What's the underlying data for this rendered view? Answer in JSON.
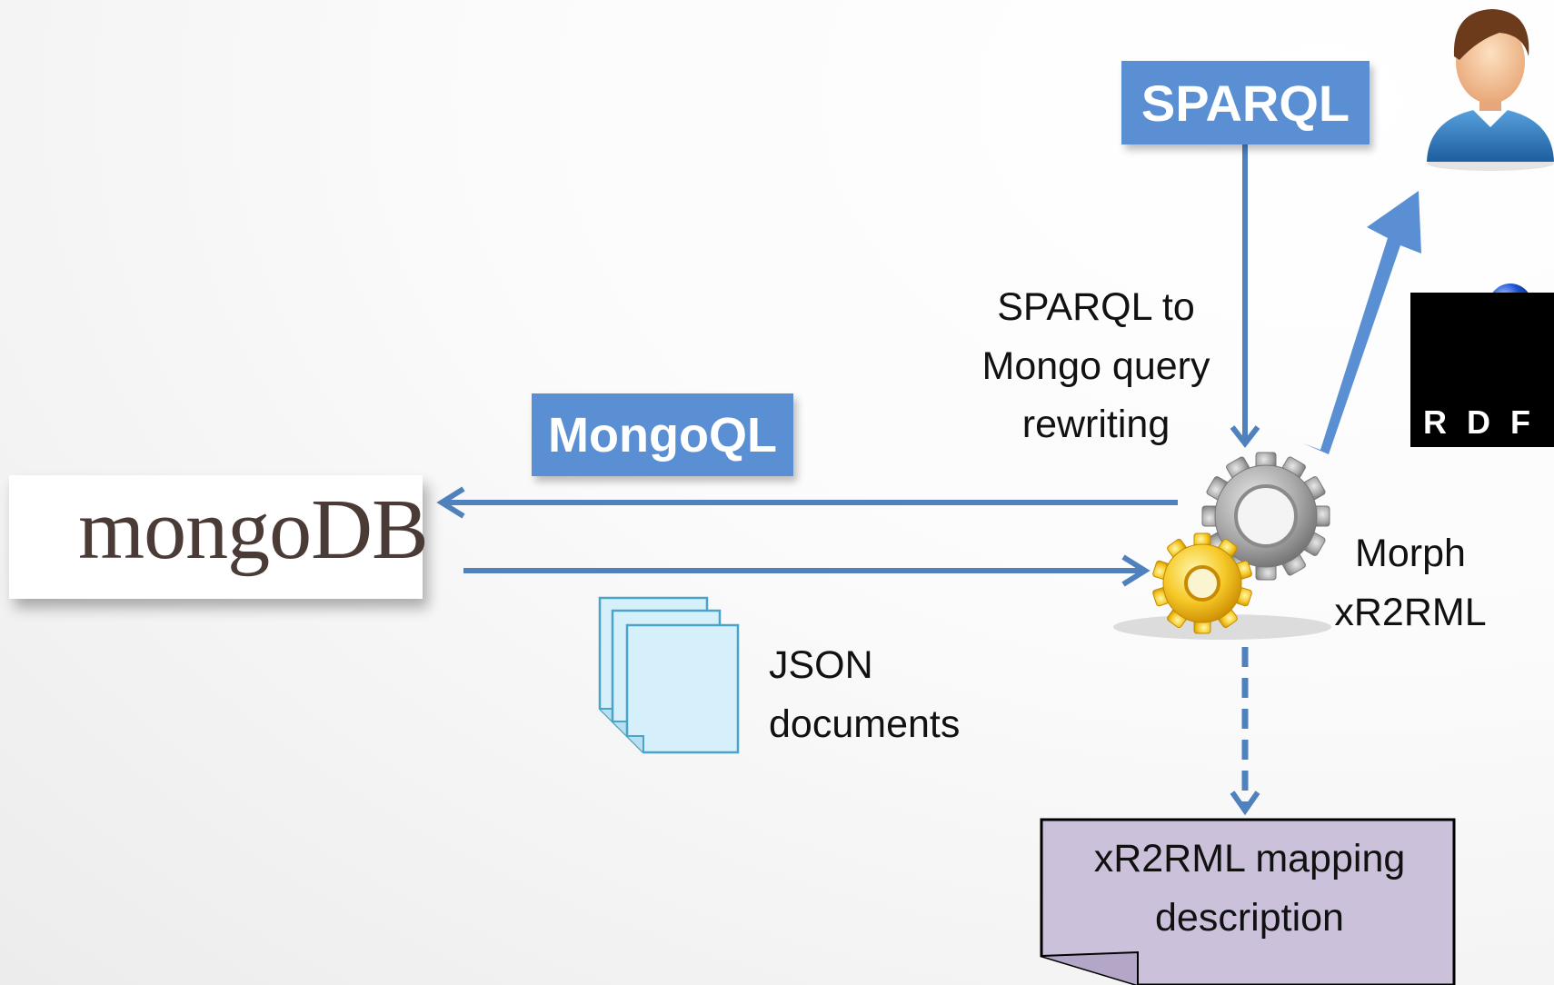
{
  "user": {
    "icon": "user-avatar-icon"
  },
  "sparql_box": {
    "label": "SPARQL"
  },
  "rewrite_label": {
    "lines": [
      "SPARQL to",
      "Mongo query",
      "rewriting"
    ]
  },
  "mongoql_box": {
    "label": "MongoQL"
  },
  "mongodb_logo": {
    "text": "mongoDB",
    "icon": "mongodb-leaf-icon"
  },
  "engine": {
    "lines": [
      "Morph",
      "xR2RML"
    ],
    "icon": "gears-icon"
  },
  "json_label": {
    "lines": [
      "JSON",
      "documents"
    ],
    "icon": "documents-stack-icon"
  },
  "mapping_doc": {
    "lines": [
      "xR2RML mapping",
      "description"
    ]
  },
  "rdf_logo": {
    "text": "RDF",
    "icon": "rdf-logo-icon"
  },
  "colors": {
    "arrow": "#4f81bd",
    "box": "#5b8fd4",
    "mapping_fill": "#ccc1da",
    "doc_fill": "#d6f0fb"
  }
}
